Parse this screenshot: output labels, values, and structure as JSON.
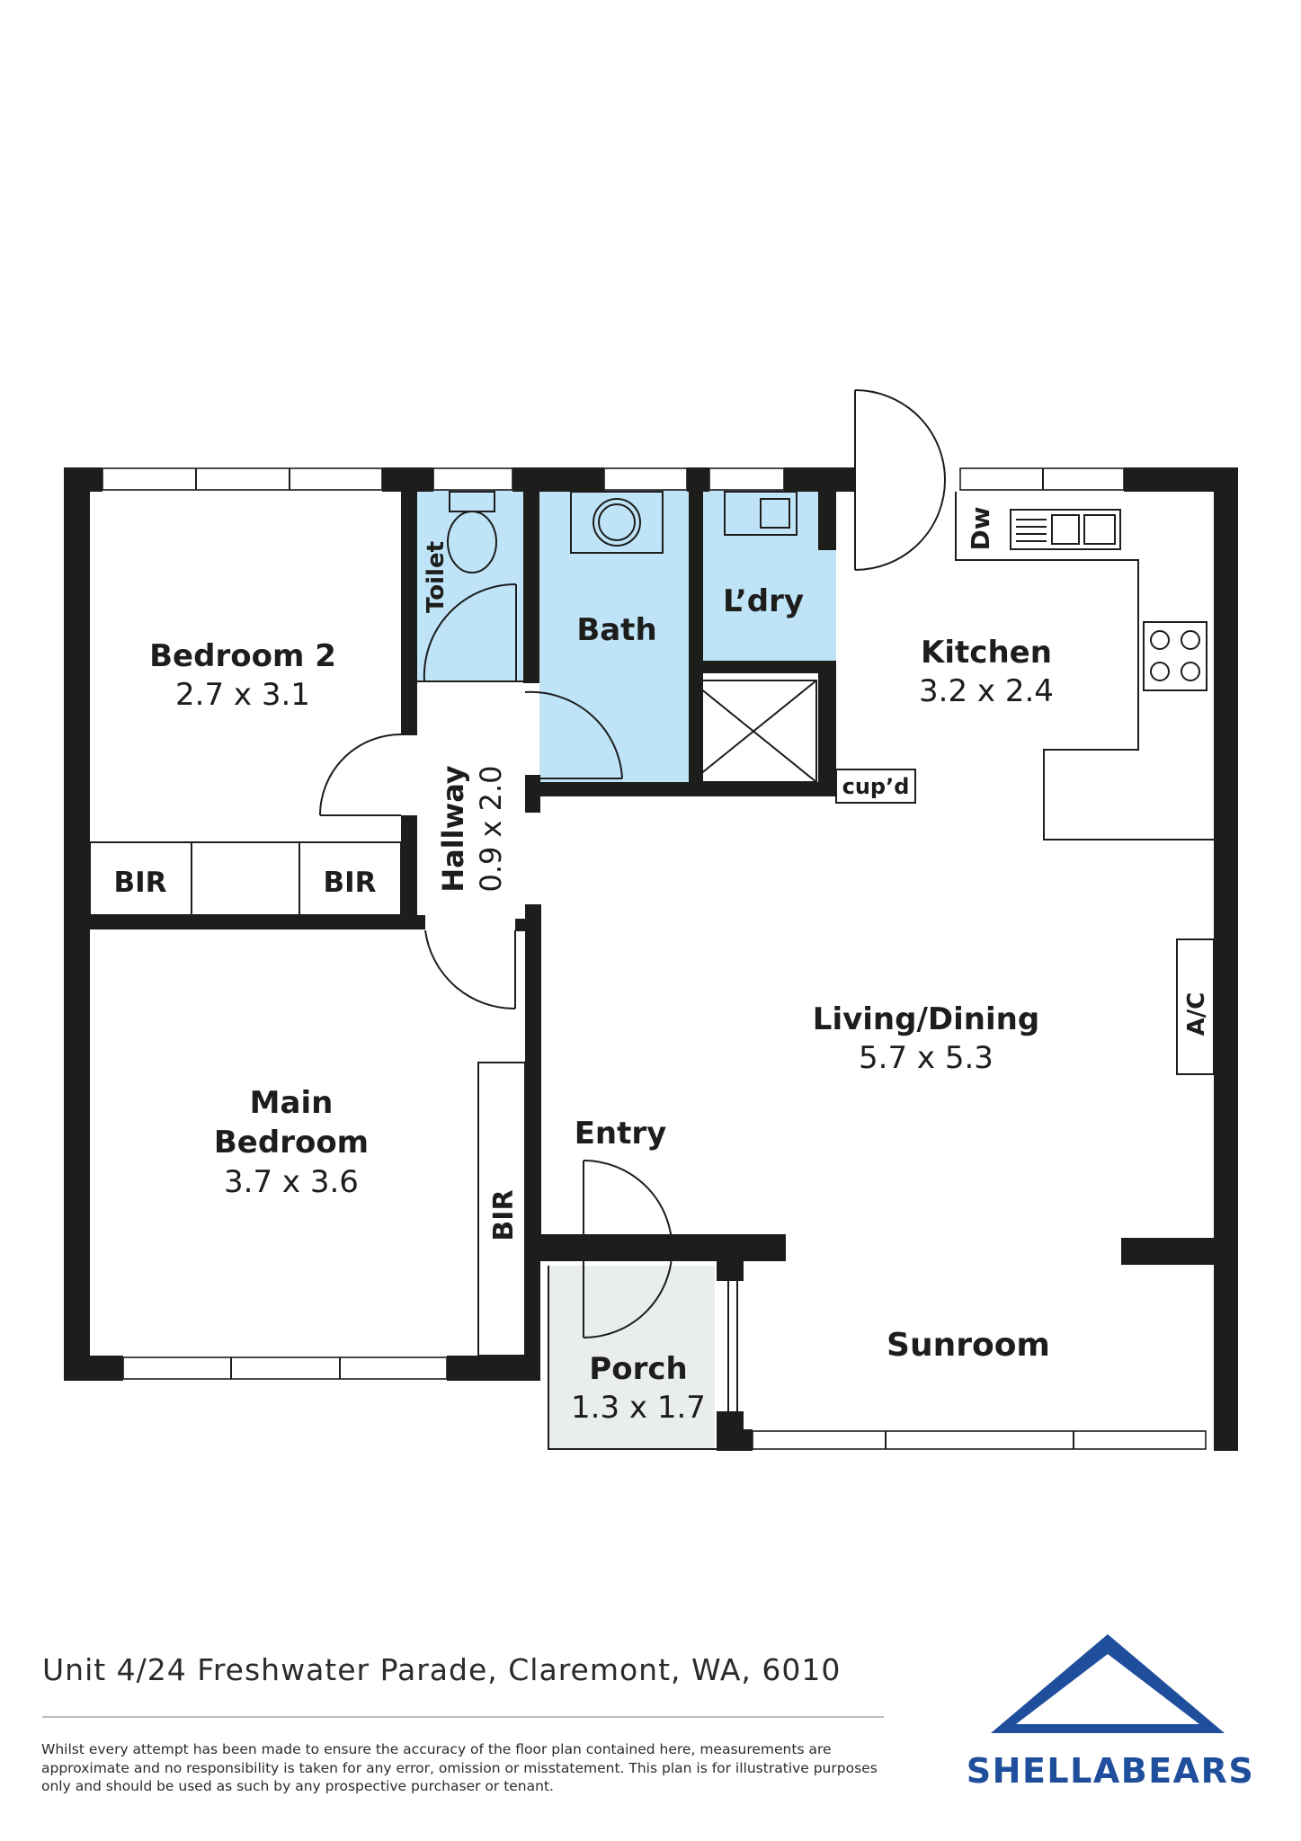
{
  "rooms": {
    "bedroom2": {
      "name": "Bedroom 2",
      "size": "2.7 x 3.1"
    },
    "main_bedroom": {
      "name_line1": "Main",
      "name_line2": "Bedroom",
      "size": "3.7 x 3.6"
    },
    "hallway": {
      "name": "Hallway",
      "size": "0.9 x 2.0"
    },
    "toilet": {
      "name": "Toilet"
    },
    "bath": {
      "name": "Bath"
    },
    "laundry": {
      "name": "L’dry"
    },
    "kitchen": {
      "name": "Kitchen",
      "size": "3.2 x 2.4"
    },
    "living": {
      "name": "Living/Dining",
      "size": "5.7 x 5.3"
    },
    "entry": {
      "name": "Entry"
    },
    "porch": {
      "name": "Porch",
      "size": "1.3 x 1.7"
    },
    "sunroom": {
      "name": "Sunroom"
    }
  },
  "fixtures": {
    "bir_left": "BIR",
    "bir_right": "BIR",
    "bir_main": "BIR",
    "dishwasher": "Dw",
    "cupboard": "cup’d",
    "aircon": "A/C"
  },
  "colors": {
    "wet_area": "#bfe4f7",
    "porch": "#e9eeec",
    "wall": "#1d1d1b",
    "brand": "#1f4e9c"
  },
  "footer": {
    "address": "Unit 4/24 Freshwater Parade, Claremont, WA, 6010",
    "disclaimer": "Whilst every attempt has been made to ensure the accuracy of the floor plan contained here, measurements are approximate and no responsibility is taken for any error, omission or misstatement. This plan is for illustrative purposes only and should be used as such by any prospective purchaser or tenant."
  },
  "brand": {
    "name": "SHELLABEARS",
    "logo_icon": "triangle-roof-icon"
  }
}
